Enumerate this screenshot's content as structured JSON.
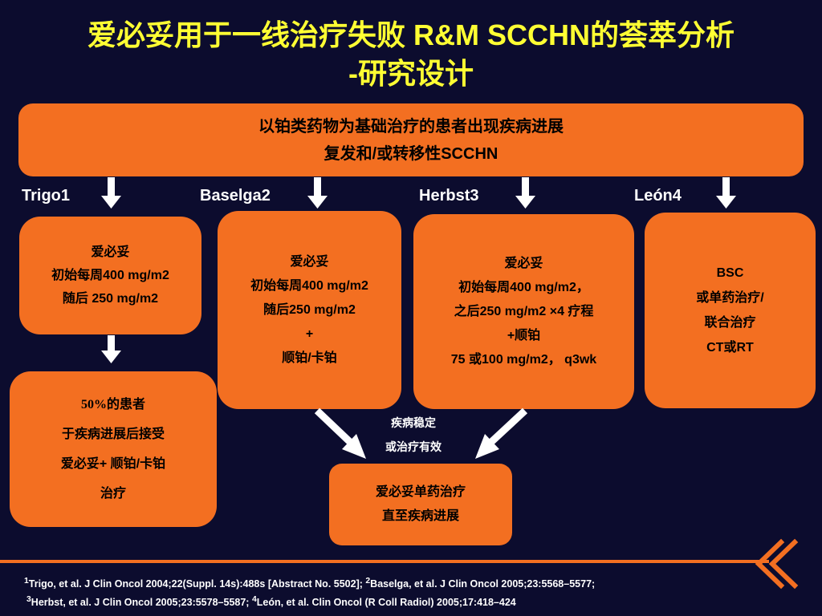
{
  "title": {
    "line1": "爱必妥用于一线治疗失败 R&M SCCHN的荟萃分析",
    "line2": "-研究设计"
  },
  "top_box": {
    "line1": "以铂类药物为基础治疗的患者出现疾病进展",
    "line2": "复发和/或转移性SCCHN"
  },
  "studies": {
    "trigo": "Trigo1",
    "baselga": "Baselga2",
    "herbst": "Herbst3",
    "leon": "León4"
  },
  "trigo_box": {
    "line1": "爱必妥",
    "line2": "初始每周400 mg/m2",
    "line3": "随后 250 mg/m2"
  },
  "baselga_box": {
    "line1": "爱必妥",
    "line2": "初始每周400 mg/m2",
    "line3": "随后250 mg/m2",
    "line4": "+",
    "line5": "顺铂/卡铂"
  },
  "herbst_box": {
    "line1": "爱必妥",
    "line2": "初始每周400 mg/m2，",
    "line3": "之后250 mg/m2 ×4 疗程",
    "line4": "+顺铂",
    "line5": "75 或100 mg/m2， q3wk"
  },
  "leon_box": {
    "line1": "BSC",
    "line2": "或单药治疗/",
    "line3": "联合治疗",
    "line4": "CT或RT"
  },
  "trigo_followup": {
    "line1": "50%的患者",
    "line2": "于疾病进展后接受",
    "line3": "爱必妥+ 顺铂/卡铂",
    "line4": "治疗"
  },
  "middle_label": {
    "line1": "疾病稳定",
    "line2": "或治疗有效"
  },
  "monotherapy_box": {
    "line1": "爱必妥单药治疗",
    "line2": "直至疾病进展"
  },
  "references": {
    "sup1": "1",
    "ref1": "Trigo, et al. J Clin Oncol 2004;22(Suppl. 14s):488s [Abstract No. 5502]; ",
    "sup2": "2",
    "ref2": "Baselga, et al. J Clin Oncol 2005;23:5568–5577;",
    "sup3": "3",
    "ref3": "Herbst, et al. J Clin Oncol 2005;23:5578–5587; ",
    "sup4": "4",
    "ref4": "León, et al. Clin Oncol (R Coll Radiol) 2005;17:418–424"
  },
  "colors": {
    "background": "#0c0c2e",
    "box": "#f36f21",
    "title": "#ffff33",
    "arrow": "#ffffff"
  }
}
